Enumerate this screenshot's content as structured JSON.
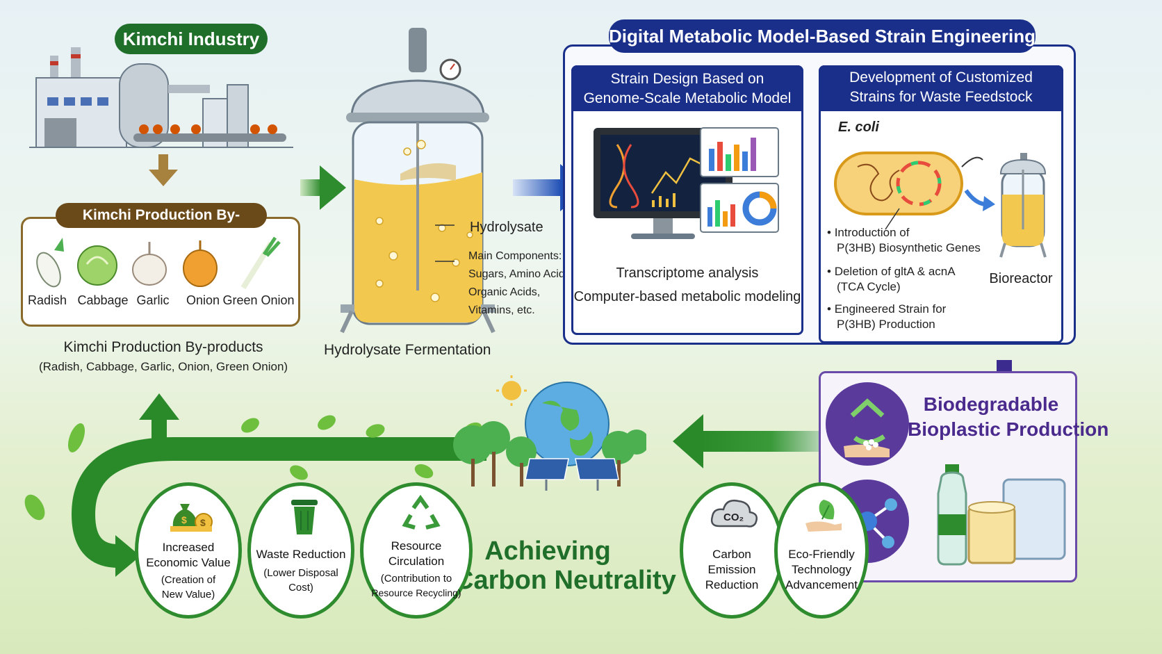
{
  "kimchi_industry": {
    "title": "Kimchi Industry"
  },
  "byproducts": {
    "panel_title": "Kimchi Production By-products",
    "items": [
      "Radish",
      "Cabbage",
      "Garlic",
      "Onion",
      "Green Onion"
    ],
    "caption": "Kimchi Production By-products",
    "caption_sub": "(Radish, Cabbage, Garlic, Onion, Green Onion)"
  },
  "fermentation": {
    "caption": "Hydrolysate Fermentation",
    "hydrolysate_label": "Hydrolysate",
    "components_title": "Main Components:",
    "components": [
      "Sugars, Amino Acids,",
      "Organic Acids,",
      "Vitamins, etc."
    ]
  },
  "engineering": {
    "title": "Digital Metabolic Model-Based Strain Engineering",
    "design": {
      "title_line1": "Strain Design Based on",
      "title_line2": "Genome-Scale Metabolic Model",
      "text_line1": "Transcriptome analysis",
      "text_line2": "Computer-based metabolic modeling"
    },
    "custom": {
      "title_line1": "Development of Customized",
      "title_line2": "Strains for Waste Feedstock",
      "organism": "E. coli",
      "bullets": [
        {
          "line1": "Introduction of",
          "line2": "P(3HB) Biosynthetic Genes"
        },
        {
          "line1": "Deletion of gltA & acnA",
          "line2": "(TCA Cycle)"
        },
        {
          "line1": "Engineered Strain for",
          "line2": "P(3HB) Production"
        }
      ],
      "bioreactor": "Bioreactor"
    }
  },
  "bioplastic": {
    "line1": "Biodegradable",
    "line2": "Bioplastic Production"
  },
  "carbon": {
    "line1": "Achieving",
    "line2": "Carbon Neutrality",
    "co2": "CO₂"
  },
  "benefits": [
    {
      "main1": "Increased",
      "main2": "Economic Value",
      "sub1": "(Creation of",
      "sub2": "New Value)"
    },
    {
      "main1": "Waste Reduction",
      "main2": "",
      "sub1": "(Lower Disposal",
      "sub2": "Cost)"
    },
    {
      "main1": "Resource",
      "main2": "Circulation",
      "sub1": "(Contribution to",
      "sub2": "Resource Recycling)"
    },
    {
      "main1": "Carbon",
      "main2": "Emission",
      "sub1": "Reduction",
      "sub2": ""
    },
    {
      "main1": "Eco-Friendly",
      "main2": "Technology",
      "sub1": "Advancement",
      "sub2": ""
    }
  ],
  "colors": {
    "green_dark": "#1f6e2a",
    "blue_dark": "#1a2f8a",
    "purple": "#4a2a8c",
    "brown": "#6b4a1a",
    "gold": "#f2c040"
  }
}
